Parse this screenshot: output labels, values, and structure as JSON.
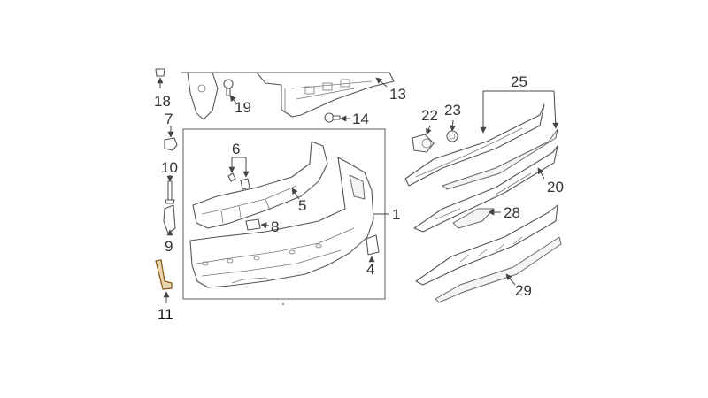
{
  "diagram": {
    "type": "exploded-parts-diagram",
    "accent_color": "#8a5a1a",
    "highlight_fill": "#e8d7b0",
    "callouts": {
      "c1": "1",
      "c4": "4",
      "c5": "5",
      "c6": "6",
      "c7": "7",
      "c8": "8",
      "c9": "9",
      "c10": "10",
      "c11": "11",
      "c13": "13",
      "c14": "14",
      "c18": "18",
      "c19": "19",
      "c20": "20",
      "c22": "22",
      "c23": "23",
      "c25": "25",
      "c28": "28",
      "c29": "29"
    },
    "highlighted_callout": "11"
  }
}
